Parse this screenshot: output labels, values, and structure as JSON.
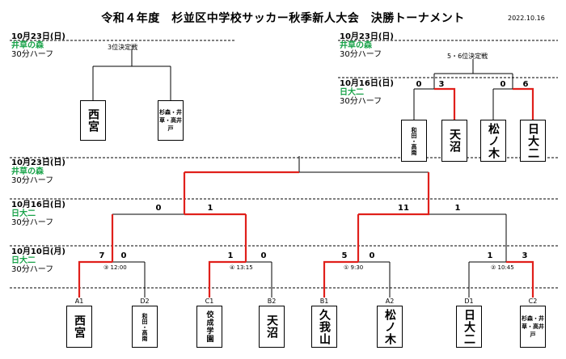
{
  "header": {
    "title": "令和４年度　杉並区中学校サッカー秋季新人大会　決勝トーナメント",
    "date": "2022.10.16"
  },
  "sections": {
    "third_place": {
      "date": "10月23日(日)",
      "venue": "井草の森",
      "half": "30分ハーフ",
      "label": "3位決定戦",
      "teams": [
        "西宮",
        "杉森・井草・高井戸"
      ]
    },
    "fifth_place": {
      "date": "10月23日(日)",
      "venue": "井草の森",
      "half": "30分ハーフ",
      "label": "5・6位決定戦"
    },
    "consolation_r1": {
      "date": "10月16日(日)",
      "venue": "日大二",
      "half": "30分ハーフ",
      "scores": [
        "0",
        "3",
        "0",
        "6"
      ],
      "teams": [
        "和田・高南",
        "天沼",
        "松ノ木",
        "日大二"
      ]
    },
    "final": {
      "date": "10月23日(日)",
      "venue": "井草の森",
      "half": "30分ハーフ"
    },
    "semifinal": {
      "date": "10月16日(日)",
      "venue": "日大二",
      "half": "30分ハーフ",
      "scores": [
        "0",
        "1",
        "11",
        "1"
      ]
    },
    "quarterfinal": {
      "date": "10月10日(月)",
      "venue": "日大二",
      "half": "30分ハーフ",
      "scores": [
        "7",
        "0",
        "1",
        "0",
        "5",
        "0",
        "1",
        "3"
      ],
      "matches": [
        "③ 12:00",
        "④ 13:15",
        "① 9:30",
        "② 10:45"
      ]
    }
  },
  "teams": [
    {
      "seed": "A1",
      "name": "西宮"
    },
    {
      "seed": "D2",
      "name": "和田・高南"
    },
    {
      "seed": "C1",
      "name": "佼成学園"
    },
    {
      "seed": "B2",
      "name": "天沼"
    },
    {
      "seed": "B1",
      "name": "久我山"
    },
    {
      "seed": "A2",
      "name": "松ノ木"
    },
    {
      "seed": "D1",
      "name": "日大二"
    },
    {
      "seed": "C2",
      "name": "杉森・井草・高井戸"
    }
  ],
  "colors": {
    "winner_line": "#e0201b",
    "venue": "#1aa34a",
    "line": "#000000"
  }
}
